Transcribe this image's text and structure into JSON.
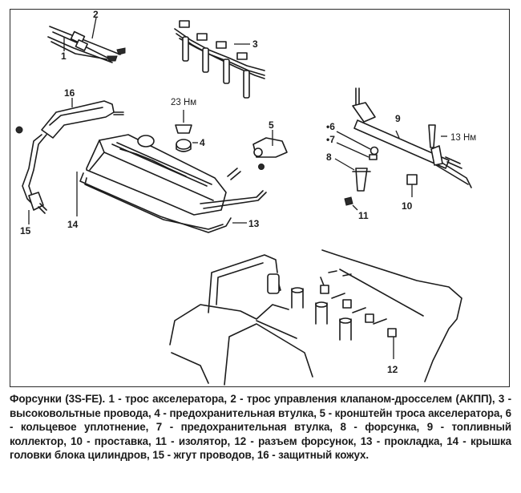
{
  "figure": {
    "callouts": [
      {
        "id": "1",
        "label": "1"
      },
      {
        "id": "2",
        "label": "2"
      },
      {
        "id": "3",
        "label": "3"
      },
      {
        "id": "4",
        "label": "4"
      },
      {
        "id": "5",
        "label": "5"
      },
      {
        "id": "6",
        "label": "•6"
      },
      {
        "id": "7",
        "label": "•7"
      },
      {
        "id": "8",
        "label": "8"
      },
      {
        "id": "9",
        "label": "9"
      },
      {
        "id": "10",
        "label": "10"
      },
      {
        "id": "11",
        "label": "11"
      },
      {
        "id": "12",
        "label": "12"
      },
      {
        "id": "13",
        "label": "13"
      },
      {
        "id": "14",
        "label": "14"
      },
      {
        "id": "15",
        "label": "15"
      },
      {
        "id": "16",
        "label": "16"
      }
    ],
    "torques": {
      "cover_nut": "23 Нм",
      "rail_bolt": "13 Нм"
    }
  },
  "caption": {
    "text": "Форсунки (3S-FE). 1 - трос акселератора, 2 - трос управления клапаном-дросселем (АКПП), 3 - высоковольтные провода, 4 - предохранительная втулка, 5 - кронштейн троса акселератора, 6 - кольцевое уплотнение, 7 - предохранительная втулка, 8 - форсунка, 9 - топливный коллектор, 10 - проставка, 11 - изолятор, 12 - разъем форсунок, 13 - прокладка, 14 - крышка головки блока цилиндров, 15 - жгут проводов, 16 - защитный кожух."
  }
}
